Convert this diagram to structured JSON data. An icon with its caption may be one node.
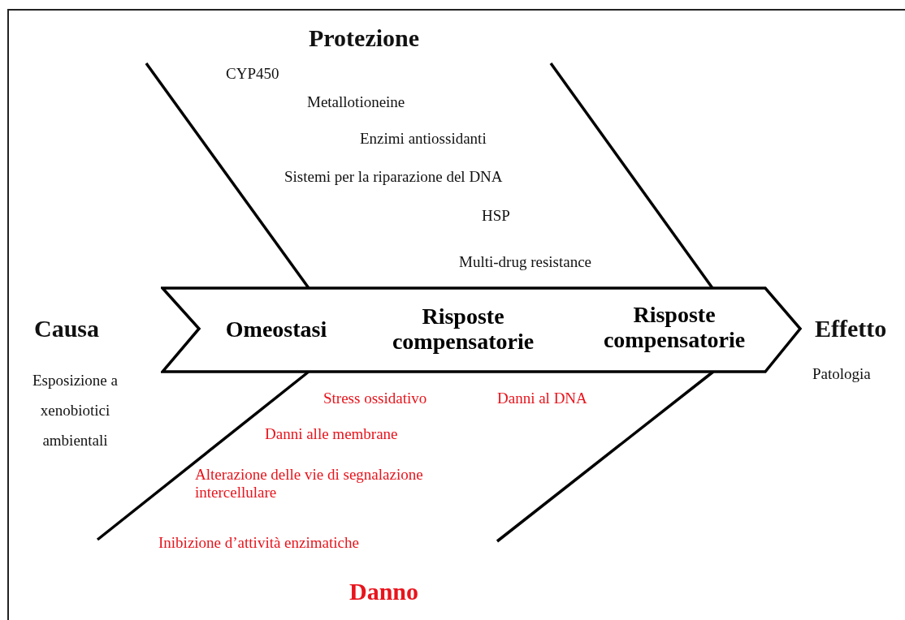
{
  "diagram": {
    "nodes": [
      {
        "text": [
          "Omeostasi",
          "Risposte compensatorie",
          "Risposte compensatorie"
        ]
      }
    ],
    "labels": [
      "Protezione",
      "CYP450",
      "Metallotioneine",
      "Enzimi antiossidanti",
      "Sistemi per la riparazione del DNA",
      "HSP",
      "Multi-drug resistance",
      "Causa",
      "Esposizione a xenobiotici ambientali",
      "Effetto",
      "Patologia",
      "Stress ossidativo",
      "Danni al DNA",
      "Danni alle membrane",
      "Alterazione delle vie di segnalazione intercellulare",
      "Inibizione d’attività enzimatiche",
      "Danno"
    ]
  }
}
